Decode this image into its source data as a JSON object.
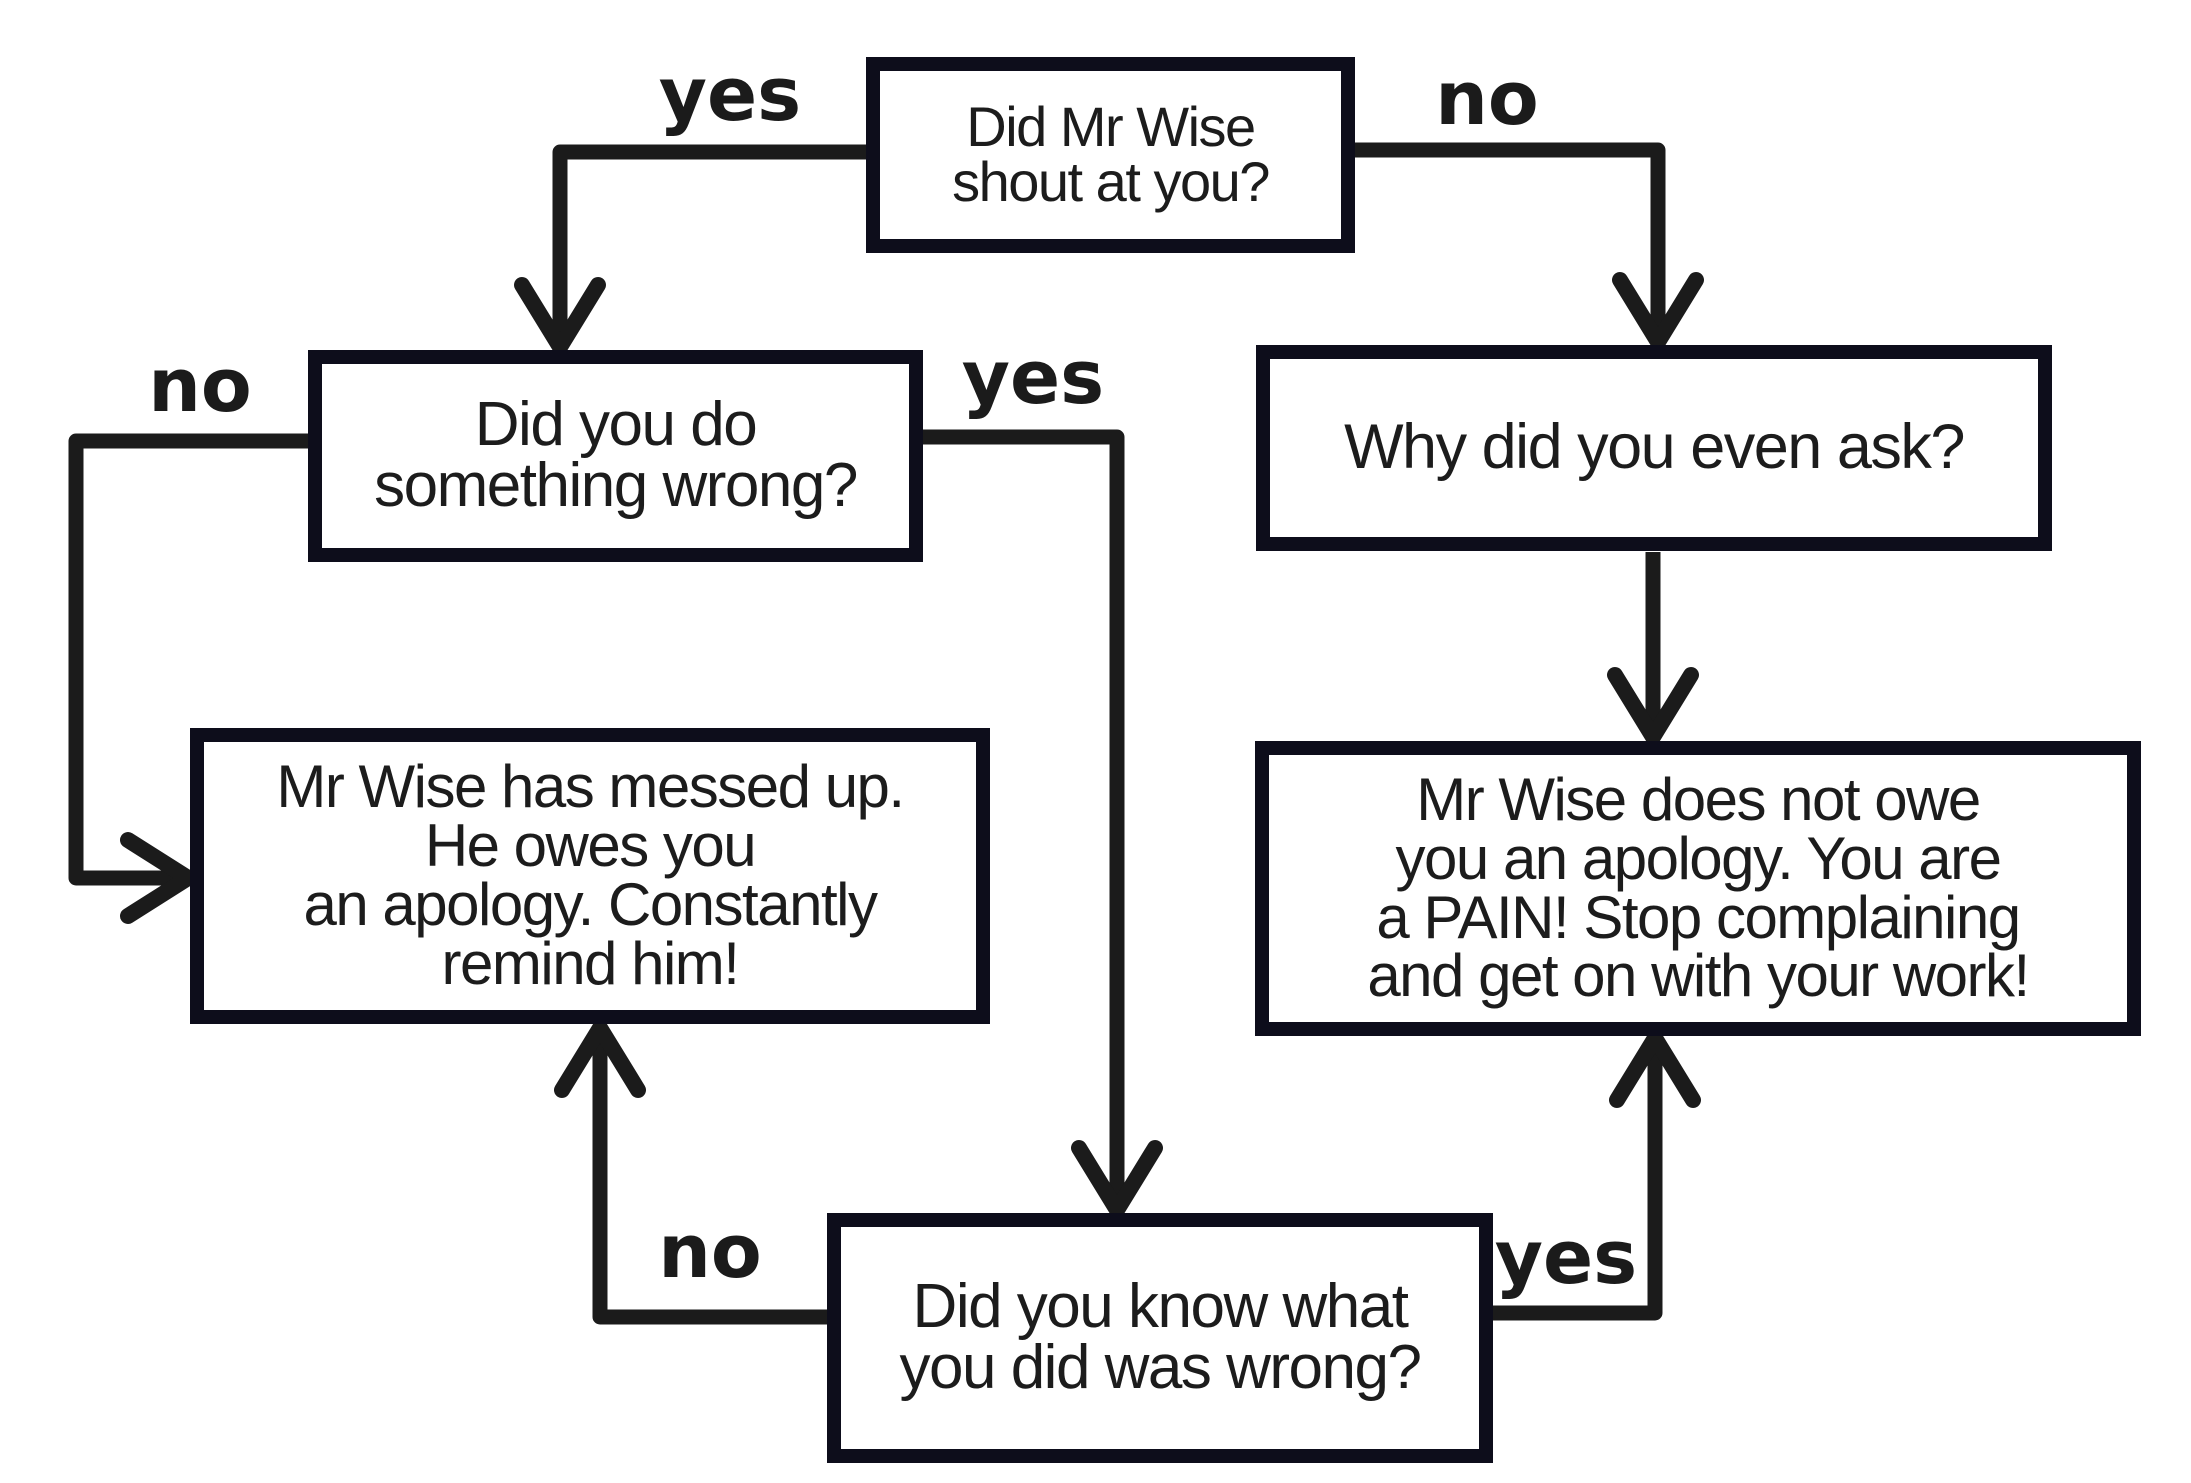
{
  "diagram": {
    "type": "flowchart",
    "subject": "Mr Wise apology decision tree"
  },
  "colors": {
    "background": "#ffffff",
    "box_border": "#0d0d1b",
    "connector": "#1b1b1b",
    "text": "#1c1c1c"
  },
  "nodes": {
    "root": {
      "text": "Did Mr Wise\nshout at you?"
    },
    "wrong": {
      "text": "Did you do\nsomething wrong?"
    },
    "ask": {
      "text": "Why did you even ask?"
    },
    "apology": {
      "text": "Mr Wise has messed up.\nHe owes you\nan apology. Constantly\nremind him!"
    },
    "pain": {
      "text": "Mr Wise does not owe\nyou an apology. You are\na PAIN! Stop complaining\nand get on with your work!"
    },
    "know": {
      "text": "Did you know what\nyou did was wrong?"
    }
  },
  "labels": {
    "root_yes": "yes",
    "root_no": "no",
    "wrong_no": "no",
    "wrong_yes": "yes",
    "know_no": "no",
    "know_yes": "yes"
  }
}
